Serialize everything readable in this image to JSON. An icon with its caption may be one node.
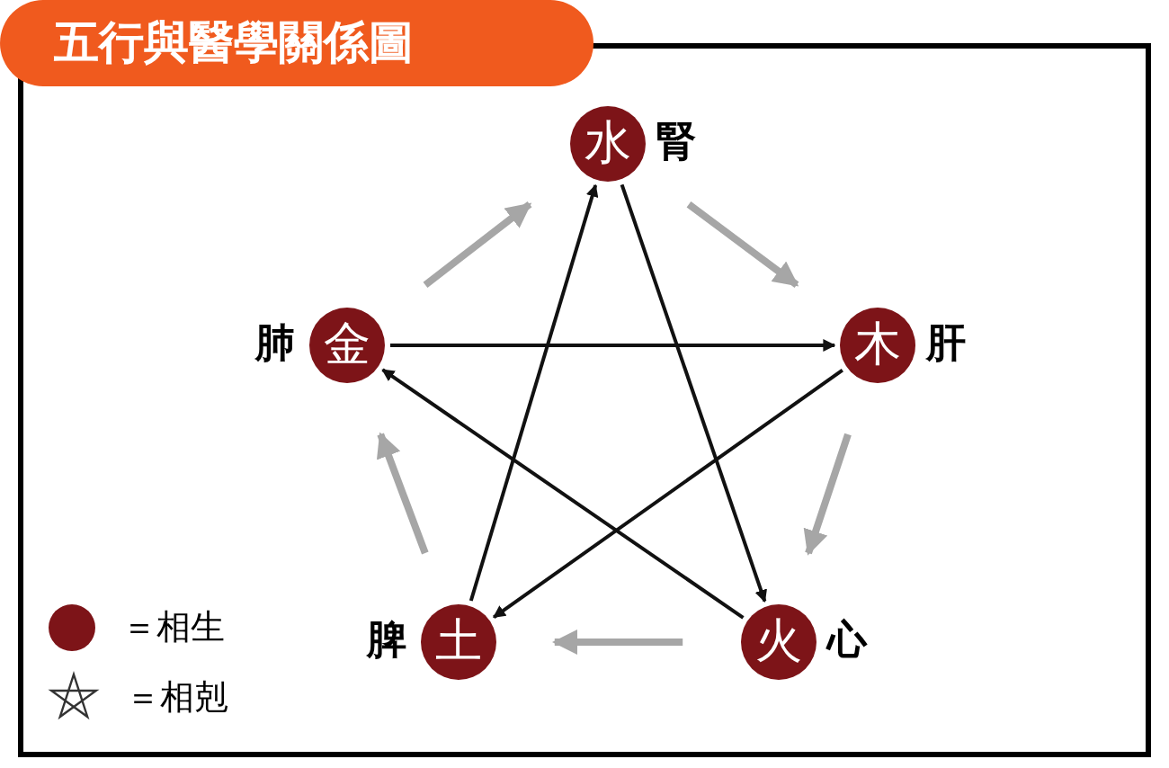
{
  "diagram": {
    "title": "五行與醫學關係圖",
    "nodes": [
      {
        "text": [
          "水"
        ],
        "beside": [
          "腎"
        ]
      },
      {
        "text": [
          "金"
        ],
        "beside": [
          "肺"
        ]
      },
      {
        "text": [
          "木"
        ],
        "beside": [
          "肝"
        ]
      },
      {
        "text": [
          "土"
        ],
        "beside": [
          "脾"
        ]
      },
      {
        "text": [
          "火"
        ],
        "beside": [
          "心"
        ]
      }
    ],
    "edges": [
      {
        "from": 0,
        "to": 2,
        "arrow": "to",
        "color": "#a6a6a6",
        "style": "thick"
      },
      {
        "from": 2,
        "to": 4,
        "arrow": "to",
        "color": "#a6a6a6",
        "style": "thick"
      },
      {
        "from": 4,
        "to": 3,
        "arrow": "to",
        "color": "#a6a6a6",
        "style": "thick"
      },
      {
        "from": 3,
        "to": 1,
        "arrow": "to",
        "color": "#a6a6a6",
        "style": "thick"
      },
      {
        "from": 1,
        "to": 0,
        "arrow": "to",
        "color": "#a6a6a6",
        "style": "thick"
      },
      {
        "from": 0,
        "to": 4,
        "arrow": "to",
        "color": "#111111"
      },
      {
        "from": 4,
        "to": 1,
        "arrow": "to",
        "color": "#111111"
      },
      {
        "from": 1,
        "to": 2,
        "arrow": "to",
        "color": "#111111"
      },
      {
        "from": 2,
        "to": 3,
        "arrow": "to",
        "color": "#111111"
      },
      {
        "from": 3,
        "to": 0,
        "arrow": "to",
        "color": "#111111"
      }
    ],
    "legend": [
      {
        "text": "＝相生"
      },
      {
        "text": "＝相剋"
      }
    ]
  }
}
